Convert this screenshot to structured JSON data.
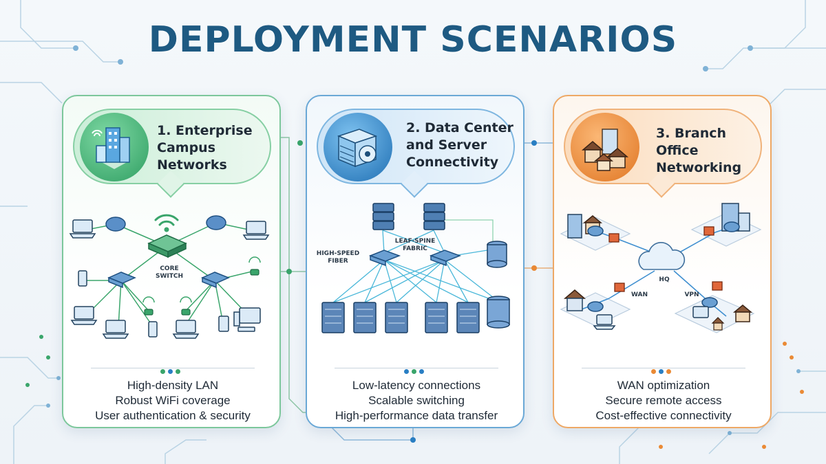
{
  "title": "DEPLOYMENT SCENARIOS",
  "colors": {
    "green": "#3aa56b",
    "blue": "#2a7fc4",
    "orange": "#ea8a35",
    "title": "#1e5a82"
  },
  "panels": [
    {
      "title": "1. Enterprise\nCampus\nNetworks",
      "icon": "campus-buildings-icon",
      "labels": {
        "core_switch": "CORE\nSWITCH"
      },
      "features": [
        "High-density LAN",
        "Robust WiFi coverage",
        "User authentication & security"
      ]
    },
    {
      "title": "2. Data Center\nand Server\nConnectivity",
      "icon": "server-rack-icon",
      "labels": {
        "fabric": "LEAF-SPINE\nFABRIC",
        "fiber": "HIGH-SPEED\nFIBER"
      },
      "features": [
        "Low-latency connections",
        "Scalable switching",
        "High-performance data transfer"
      ]
    },
    {
      "title": "3. Branch\nOffice\nNetworking",
      "icon": "branch-houses-icon",
      "labels": {
        "hq": "HQ",
        "wan": "WAN",
        "vpn": "VPN"
      },
      "features": [
        "WAN optimization",
        "Secure remote access",
        "Cost-effective connectivity"
      ]
    }
  ]
}
